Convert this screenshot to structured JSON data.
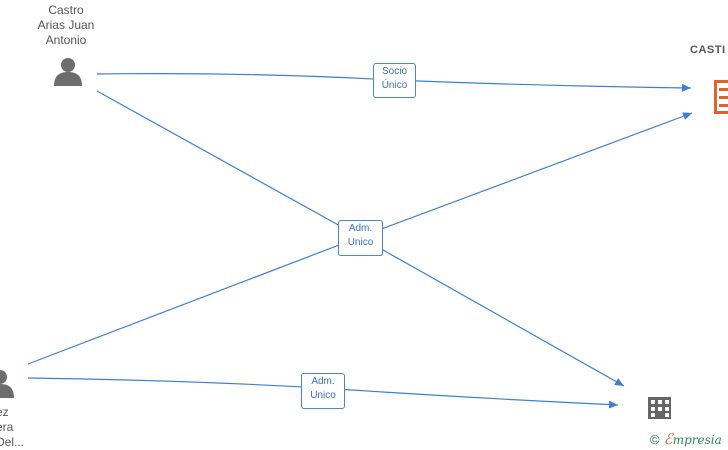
{
  "nodes": {
    "person_top": {
      "label": "Castro\nArias Juan\nAntonio"
    },
    "person_bottom": {
      "label": "ez\nera\nDel..."
    },
    "company_top": {
      "label": "CASTI\nS"
    },
    "company_bottom": {
      "label": ""
    }
  },
  "relations": {
    "socio_unico": "Socio\nÚnico",
    "adm_unico_center": "Adm.\nUnico",
    "adm_unico_bottom": "Adm.\nUnico"
  },
  "brand": {
    "copyright": "©",
    "e": "ℰ",
    "rest": "mpresia"
  },
  "colors": {
    "edge": "#3d7fd6",
    "person": "#6d6d6d",
    "company_accent": "#e3612d",
    "company_bottom": "#666666"
  }
}
